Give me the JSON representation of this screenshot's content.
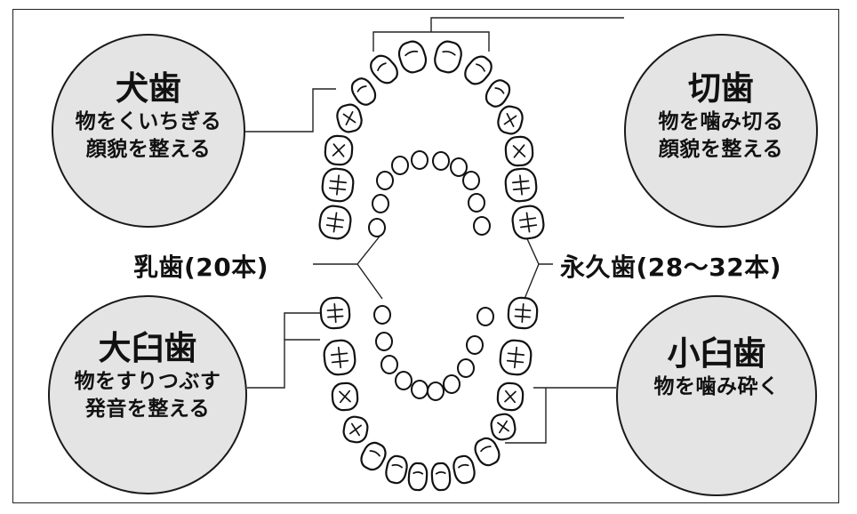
{
  "canine": {
    "title": "犬歯",
    "line1": "物をくいちぎる",
    "line2": "顔貌を整える"
  },
  "incisor": {
    "title": "切歯",
    "line1": "物を噛み切る",
    "line2": "顔貌を整える"
  },
  "molar": {
    "title": "大臼歯",
    "line1": "物をすりつぶす",
    "line2": "発音を整える"
  },
  "premolar": {
    "title": "小臼歯",
    "line1": "物を噛み砕く"
  },
  "labels": {
    "primary": "乳歯(20本)",
    "permanent": "永久歯(28〜32本)"
  }
}
